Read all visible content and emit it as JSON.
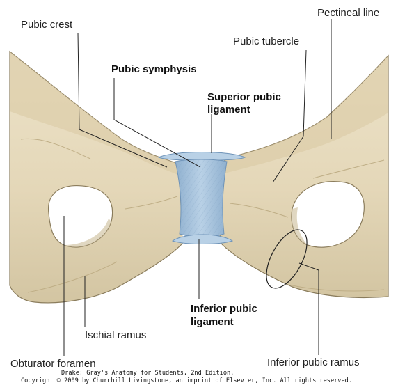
{
  "labels": {
    "pubic_crest": "Pubic crest",
    "pectineal_line": "Pectineal line",
    "pubic_tubercle": "Pubic tubercle",
    "pubic_symphysis": "Pubic symphysis",
    "superior_pubic_ligament_line1": "Superior pubic",
    "superior_pubic_ligament_line2": "ligament",
    "inferior_pubic_ligament_line1": "Inferior pubic",
    "inferior_pubic_ligament_line2": "ligament",
    "ischial_ramus": "Ischial ramus",
    "obturator_foramen": "Obturator foramen",
    "inferior_pubic_ramus": "Inferior pubic ramus"
  },
  "credit": {
    "line1": "Drake: Gray's Anatomy for Students, 2nd Edition.",
    "line2": "Copyright © 2009 by Churchill Livingstone, an imprint of Elsevier, Inc. All rights reserved."
  },
  "colors": {
    "bone": "#e8dcc0",
    "bone_shadow": "#cbbd98",
    "bone_outline": "#8a7c5c",
    "cartilage": "#a9c6de",
    "cartilage_dark": "#6e93b8",
    "leader_line": "#222222"
  }
}
